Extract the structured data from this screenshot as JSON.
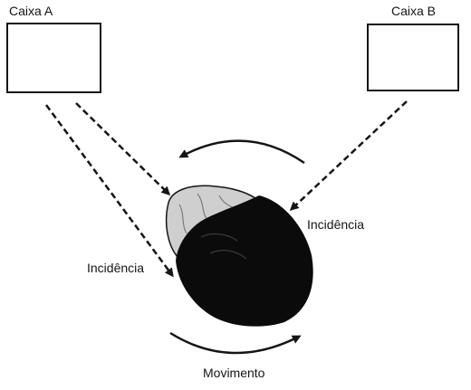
{
  "labels": {
    "box_a": "Caixa A",
    "box_b": "Caixa B",
    "incidence_left": "Incidência",
    "incidence_right": "Incidência",
    "movement": "Movimento"
  },
  "colors": {
    "ink": "#151515",
    "dark_region": "#0b0b0b",
    "light_region": "#cfcfcf",
    "background": "#ffffff"
  }
}
